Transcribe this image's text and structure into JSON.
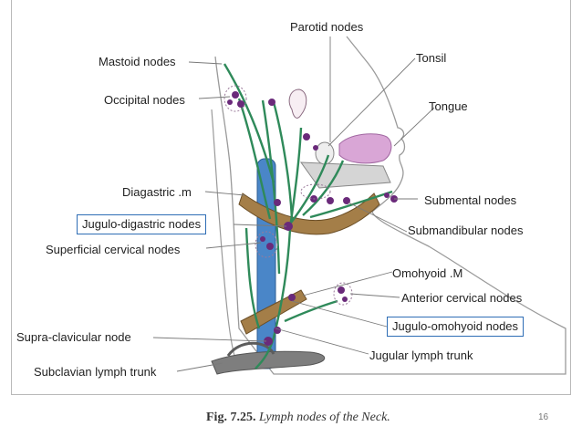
{
  "labels": {
    "parotid": "Parotid nodes",
    "mastoid": "Mastoid nodes",
    "tonsil": "Tonsil",
    "occipital": "Occipital nodes",
    "tongue": "Tongue",
    "diagastric": "Diagastric .m",
    "submental": "Submental nodes",
    "jugulo_digastric": "Jugulo-digastric nodes",
    "submandibular": "Submandibular nodes",
    "superficial_cervical": "Superficial cervical nodes",
    "omohyoid": "Omohyoid .M",
    "anterior_cervical": "Anterior cervical nodes",
    "jugulo_omohyoid": "Jugulo-omohyoid nodes",
    "supra_clavicular": "Supra-clavicular node",
    "jugular_trunk": "Jugular lymph trunk",
    "subclavian_trunk": "Subclavian lymph trunk"
  },
  "caption": {
    "figure": "Fig. 7.25.",
    "text": "Lymph nodes of the Neck."
  },
  "page_number": "16",
  "colors": {
    "vessel": "#2f8a5a",
    "node": "#6a2a7a",
    "vein": "#4a86c8",
    "muscle": "#8b6a3a",
    "tongue": "#d9a6d6",
    "label_box": "#2e6db5"
  }
}
